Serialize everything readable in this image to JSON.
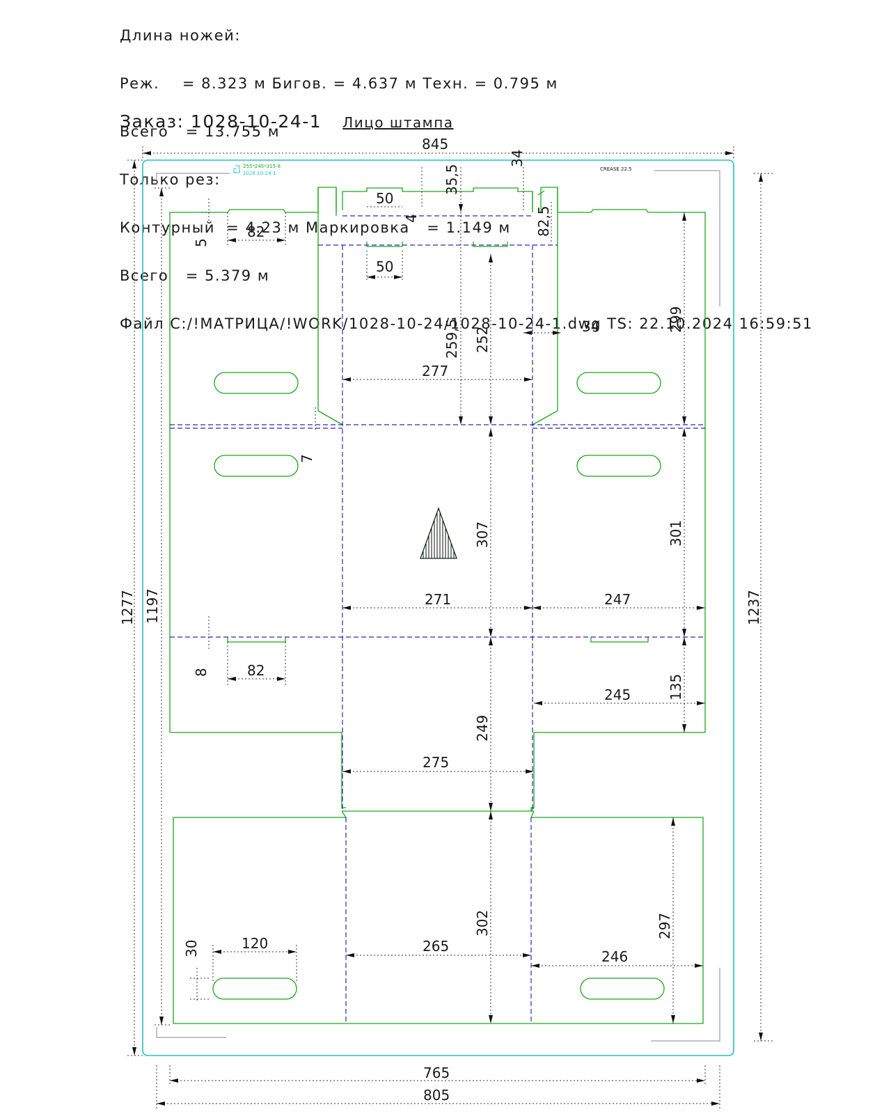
{
  "header": {
    "line1": "Длина ножей:",
    "line2": "Реж.    = 8.323 м Бигов. = 4.637 м Техн. = 0.795 м",
    "line3": "Всего   = 13.755 м",
    "line4": "Только рез:",
    "line5": "Контурный  = 4.23 м Маркировка   = 1.149 м",
    "line6": "Всего   = 5.379 м",
    "line7": "Файл C:/!МАТРИЦА/!WORK/1028-10-24/1028-10-24-1.dwg TS: 22.10.2024 16:59:51"
  },
  "order": {
    "label": "Заказ: 1028-10-24-1",
    "face": "Лицо штампа"
  },
  "stamp": {
    "code_line1": "255*245*315-8",
    "code_line2": "1028-10-24-1",
    "crease": "CREASE 22.5"
  },
  "dims": {
    "d845": "845",
    "d34_top": "34",
    "d35_5": "35,5",
    "d50_top": "50",
    "d4": "4",
    "d82_5": "82,5",
    "d5": "5",
    "d82_top": "82",
    "d50_mid": "50",
    "d259_5": "259,5",
    "d252": "252",
    "d34_mid": "34",
    "d299": "299",
    "d277": "277",
    "d7": "7",
    "d307": "307",
    "d301": "301",
    "d271": "271",
    "d247": "247",
    "d1277": "1277",
    "d1197": "1197",
    "d1237": "1237",
    "d8": "8",
    "d82_bot": "82",
    "d135": "135",
    "d245": "245",
    "d249": "249",
    "d275": "275",
    "d30": "30",
    "d120": "120",
    "d265": "265",
    "d302": "302",
    "d297": "297",
    "d246": "246",
    "d765": "765",
    "d805": "805"
  },
  "colors": {
    "cut": "#1aa81a",
    "crease": "#2a2ab0",
    "frame": "#22c1c8",
    "dim": "#222222"
  }
}
